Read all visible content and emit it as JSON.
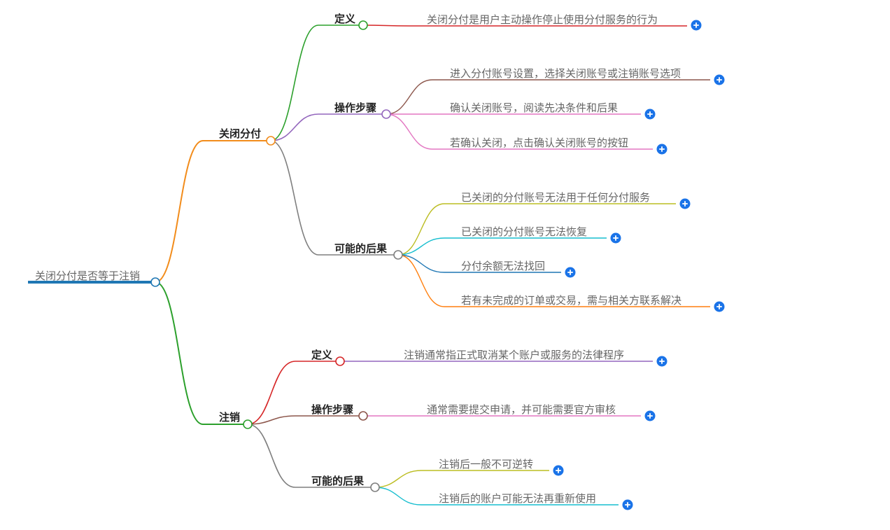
{
  "root": {
    "label": "关闭分付是否等于注销",
    "color": "#1f77b4"
  },
  "branches": [
    {
      "label": "关闭分付",
      "color": "#f28c1b",
      "children": [
        {
          "label": "定义",
          "color": "#2ca02c",
          "leaves": [
            {
              "label": "关闭分付是用户主动操作停止使用分付服务的行为",
              "color": "#d62728"
            }
          ]
        },
        {
          "label": "操作步骤",
          "color": "#9467bd",
          "leaves": [
            {
              "label": "进入分付账号设置，选择关闭账号或注销账号选项",
              "color": "#8c564b"
            },
            {
              "label": "确认关闭账号，阅读先决条件和后果",
              "color": "#e377c2"
            },
            {
              "label": "若确认关闭，点击确认关闭账号的按钮",
              "color": "#e377c2"
            }
          ]
        },
        {
          "label": "可能的后果",
          "color": "#7f7f7f",
          "leaves": [
            {
              "label": "已关闭的分付账号无法用于任何分付服务",
              "color": "#bcbd22"
            },
            {
              "label": "已关闭的分付账号无法恢复",
              "color": "#17becf"
            },
            {
              "label": "分付余额无法找回",
              "color": "#1f77b4"
            },
            {
              "label": "若有未完成的订单或交易，需与相关方联系解决",
              "color": "#ff7f0e"
            }
          ]
        }
      ]
    },
    {
      "label": "注销",
      "color": "#2ca02c",
      "children": [
        {
          "label": "定义",
          "color": "#d62728",
          "leaves": [
            {
              "label": "注销通常指正式取消某个账户或服务的法律程序",
              "color": "#9467bd"
            }
          ]
        },
        {
          "label": "操作步骤",
          "color": "#8c564b",
          "leaves": [
            {
              "label": "通常需要提交申请，并可能需要官方审核",
              "color": "#e377c2"
            }
          ]
        },
        {
          "label": "可能的后果",
          "color": "#7f7f7f",
          "leaves": [
            {
              "label": "注销后一般不可逆转",
              "color": "#bcbd22"
            },
            {
              "label": "注销后的账户可能无法再重新使用",
              "color": "#17becf"
            }
          ]
        }
      ]
    }
  ],
  "expand_icon": "plus-icon",
  "expand_color": "#1a73e8"
}
